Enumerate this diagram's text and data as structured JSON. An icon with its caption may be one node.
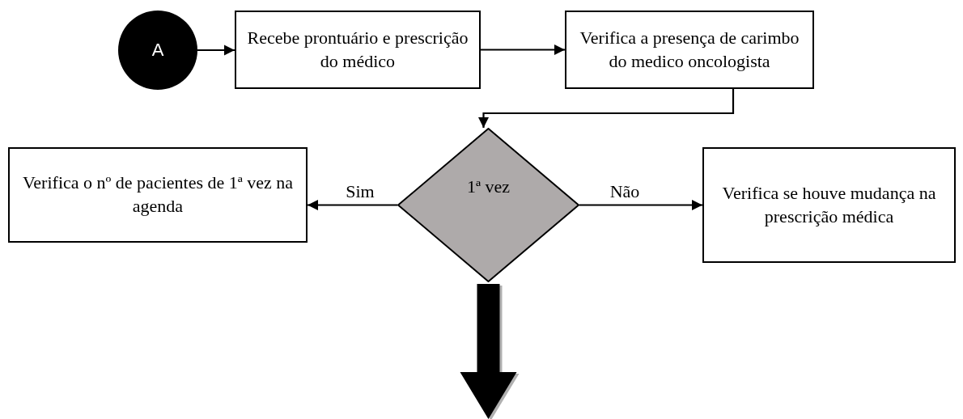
{
  "diagram": {
    "nodes": [
      {
        "text": [
          "A"
        ]
      },
      {
        "text": [
          "Recebe prontuário e prescrição do médico"
        ]
      },
      {
        "text": [
          "Verifica a presença de carimbo do medico oncologista"
        ]
      },
      {
        "text": [
          "1ª vez"
        ]
      },
      {
        "text": [
          "Verifica o nº de pacientes de 1ª vez na agenda"
        ]
      },
      {
        "text": [
          "Verifica se houve mudança na prescrição médica"
        ]
      }
    ],
    "edges": [
      {
        "from": 0,
        "to": 1,
        "arrow": "to"
      },
      {
        "from": 1,
        "to": 2,
        "arrow": "to"
      },
      {
        "from": 2,
        "to": 3,
        "arrow": "to"
      },
      {
        "from": 3,
        "to": 4,
        "arrow": "to",
        "label": "Sim"
      },
      {
        "from": 3,
        "to": 5,
        "arrow": "to",
        "label": "Não"
      },
      {
        "from": 3,
        "to": null,
        "arrow": "to",
        "style": "thick"
      }
    ]
  }
}
